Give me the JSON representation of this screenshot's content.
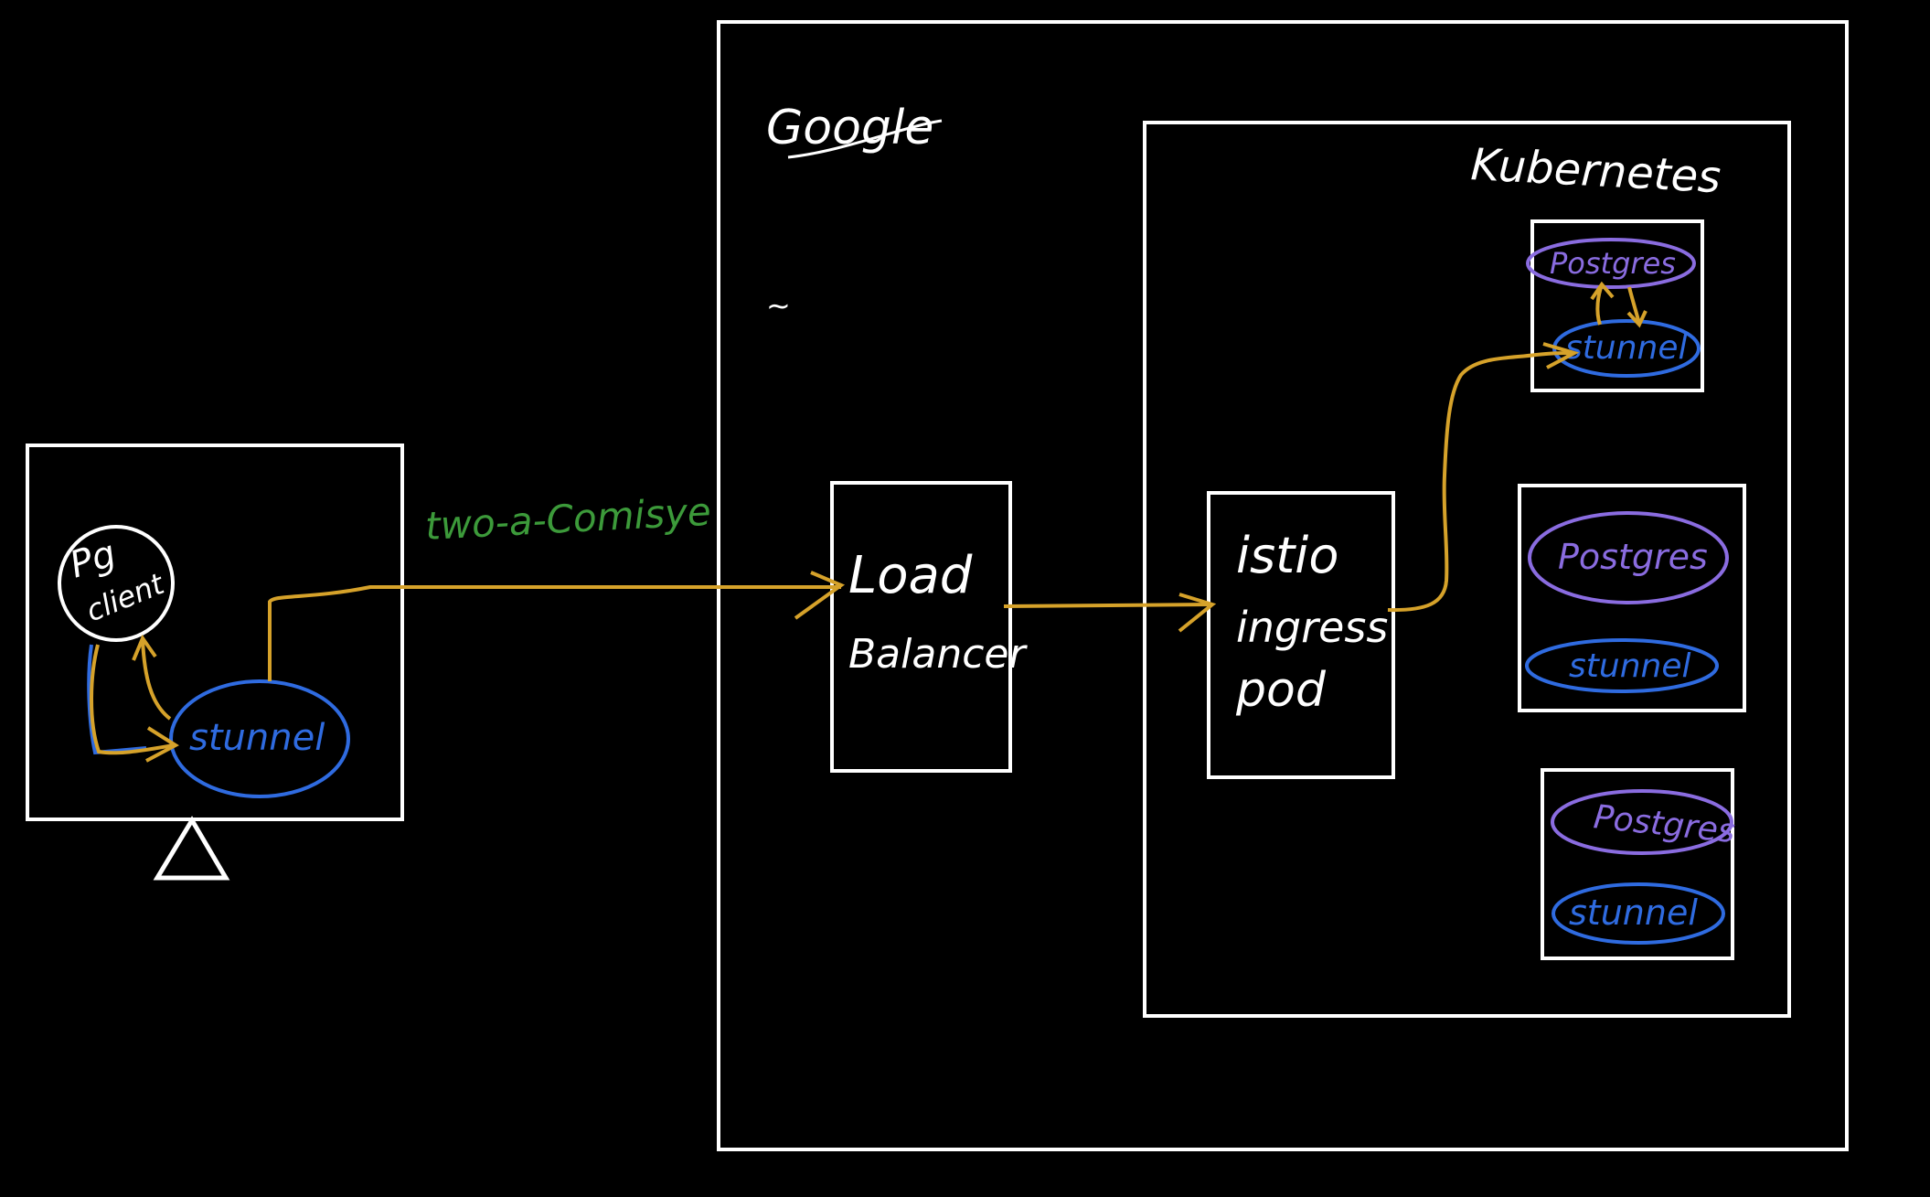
{
  "colors": {
    "background": "#000000",
    "box": "#ffffff",
    "arrow": "#d6a22a",
    "stunnel": "#2f6be0",
    "postgres": "#8a6ce0",
    "annotation": "#3c9a3a",
    "text": "#ffffff"
  },
  "client": {
    "pg_client_line1": "Pg",
    "pg_client_line2": "client",
    "stunnel_label": "stunnel",
    "platform_icon": "triangle-icon"
  },
  "connection_label": "two-a-Comisye",
  "google": {
    "title": "Google",
    "tilde": "~"
  },
  "load_balancer": {
    "line1": "Load",
    "line2": "Balancer"
  },
  "kubernetes": {
    "title": "Kubernetes",
    "ingress": {
      "line1": "istio",
      "line2": "ingress",
      "line3": "pod"
    },
    "pods": [
      {
        "postgres_label": "Postgres",
        "stunnel_label": "stunnel"
      },
      {
        "postgres_label": "Postgres",
        "stunnel_label": "stunnel"
      },
      {
        "postgres_label": "Postgres",
        "stunnel_label": "stunnel"
      }
    ]
  }
}
